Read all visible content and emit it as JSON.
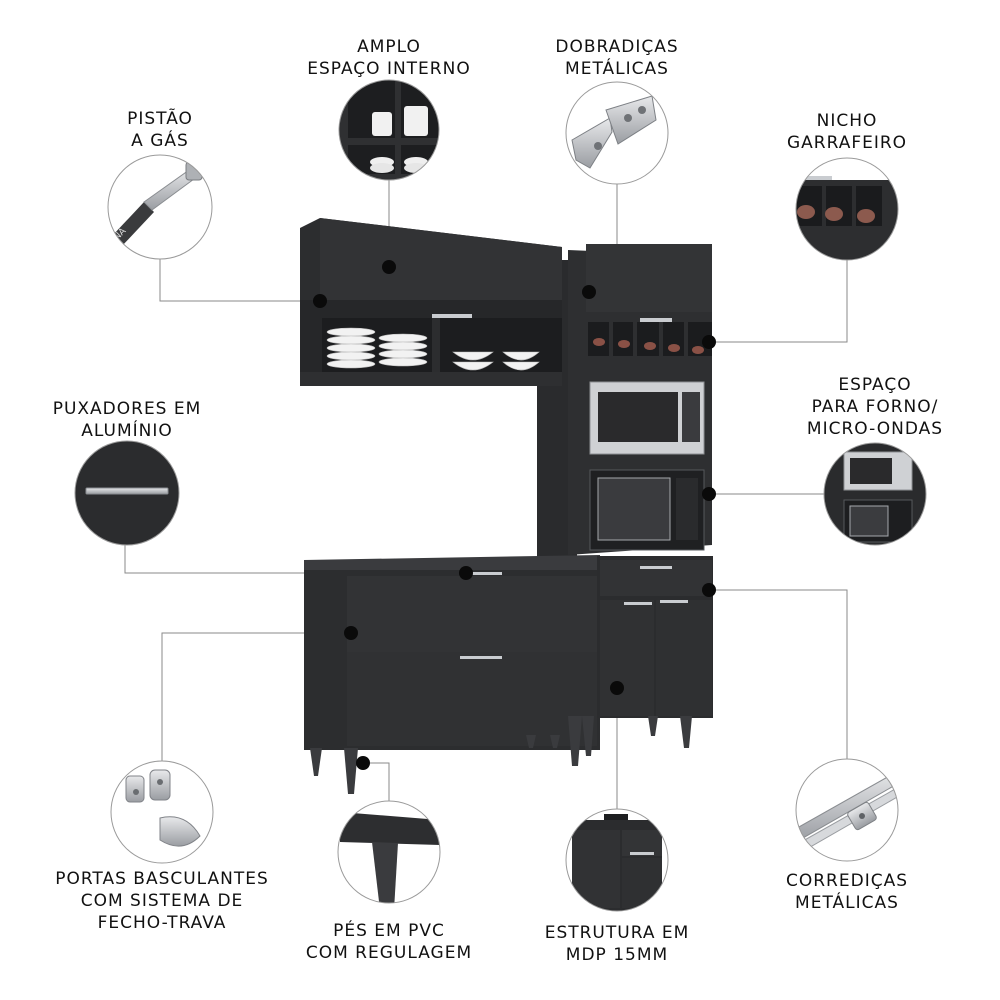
{
  "colors": {
    "cabinet": "#303133",
    "cabinet_dark": "#232426",
    "cabinet_edge": "#3c3d40",
    "leader_line": "#8a8a8a",
    "dot": "#0a0a0a",
    "text": "#111111",
    "metal": "#bfc2c6"
  },
  "callouts": {
    "amplo": {
      "lines": [
        "AMPLO",
        "ESPAÇO INTERNO"
      ],
      "icon": "interior-shelves-icon"
    },
    "dobradicas": {
      "lines": [
        "DOBRADIÇAS",
        "METÁLICAS"
      ],
      "icon": "metal-hinge-icon"
    },
    "pistao": {
      "lines": [
        "PISTÃO",
        "A GÁS"
      ],
      "icon": "gas-piston-icon"
    },
    "nicho": {
      "lines": [
        "NICHO",
        "GARRAFEIRO"
      ],
      "icon": "wine-rack-icon"
    },
    "puxadores": {
      "lines": [
        "PUXADORES EM",
        "ALUMÍNIO"
      ],
      "icon": "aluminum-handle-icon"
    },
    "forno": {
      "lines": [
        "ESPAÇO",
        "PARA FORNO/",
        "MICRO-ONDAS"
      ],
      "icon": "microwave-icon"
    },
    "portas": {
      "lines": [
        "PORTAS BASCULANTES",
        "COM SISTEMA DE",
        "FECHO-TRAVA"
      ],
      "icon": "latch-mechanism-icon"
    },
    "pes": {
      "lines": [
        "PÉS EM PVC",
        "COM REGULAGEM"
      ],
      "icon": "pvc-foot-icon"
    },
    "estrutura": {
      "lines": [
        "ESTRUTURA EM",
        "MDP 15MM"
      ],
      "icon": "mdp-structure-icon"
    },
    "corredicas": {
      "lines": [
        "CORREDIÇAS",
        "METÁLICAS"
      ],
      "icon": "metal-slide-icon"
    }
  }
}
